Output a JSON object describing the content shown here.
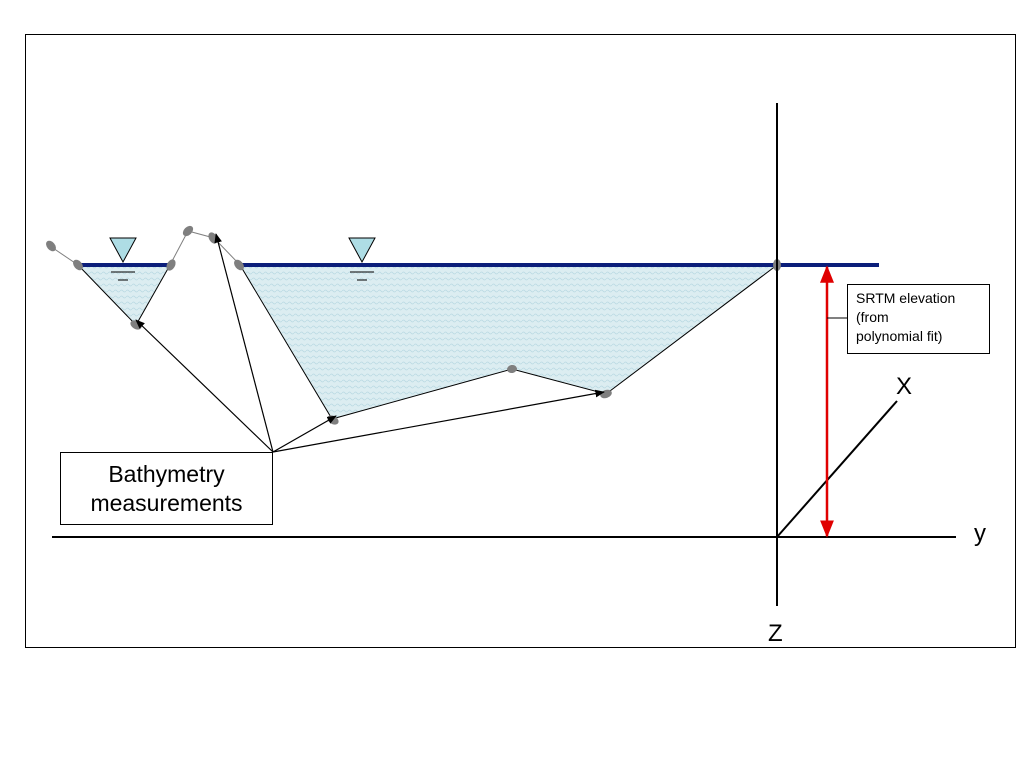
{
  "labels": {
    "bathymetry": [
      "Bathymetry",
      "measurements"
    ],
    "srtm": [
      "SRTM elevation",
      "(from",
      "polynomial fit)"
    ],
    "axis_x": "X",
    "axis_y": "y",
    "axis_z": "Z"
  },
  "colors": {
    "water_surface": "#0b1e7a",
    "water_fill": "#dcedf1",
    "marker": "#7f7f7f",
    "elevation_arrow": "#e00000",
    "water_level_symbol": "#aedde5",
    "outline": "#000000"
  }
}
